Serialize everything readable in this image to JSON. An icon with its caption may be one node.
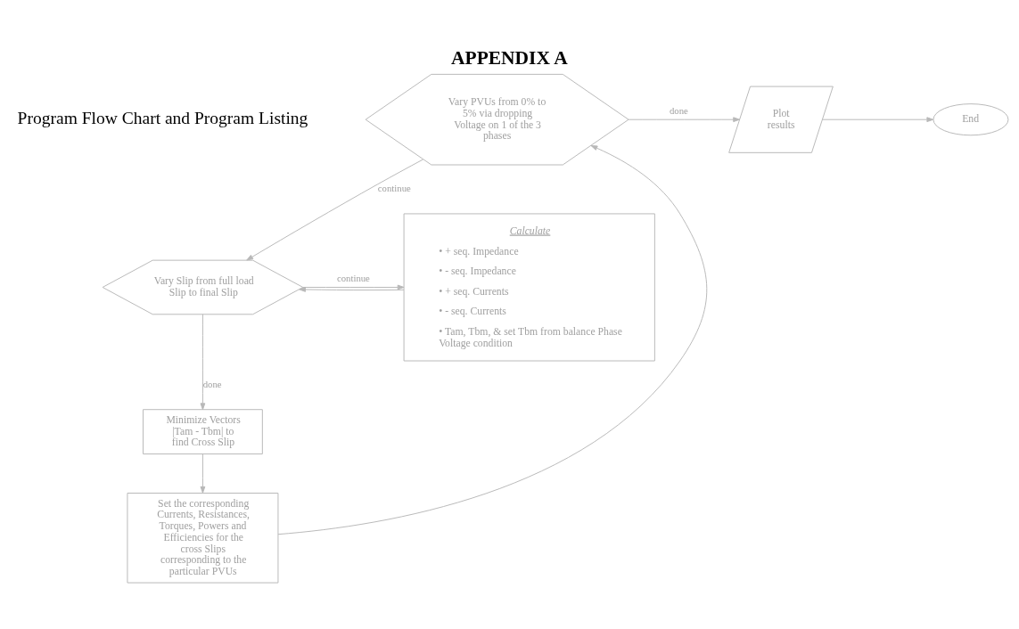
{
  "diagram": {
    "title": "APPENDIX A",
    "nodes": [
      {
        "text": [
          "Vary PVUs from 0% to 5% via dropping Voltage on 1 of the 3 phases"
        ]
      },
      {
        "text": [
          "Plot results"
        ]
      },
      {
        "text": [
          "End"
        ]
      },
      {
        "text": [
          "Vary Slip from full load Slip to final Slip"
        ]
      },
      {
        "text": [
          "Minimize Vectors |Tam - Tbm| to find Cross Slip"
        ]
      },
      {
        "text": [
          "Set the corresponding Currents, Resistances, Torques, Powers and Efficiencies for the cross Slips corresponding to the particular PVUs"
        ]
      },
      {
        "text": [
          "Calculate",
          "• + seq. Impedance",
          "• - seq. Impedance",
          "• + seq. Currents",
          "• - seq. Currents",
          "• Tam, Tbm, & set Tbm from balance Phase Voltage condition"
        ]
      }
    ],
    "edges": [
      {
        "from": 0,
        "to": 1,
        "arrow": "to",
        "label": "done"
      },
      {
        "from": 1,
        "to": 2,
        "arrow": "to"
      },
      {
        "from": 0,
        "to": 3,
        "arrow": "to",
        "label": "continue"
      },
      {
        "from": 3,
        "to": 4,
        "arrow": "to",
        "label": "done"
      },
      {
        "from": 3,
        "to": 6,
        "arrow": "to",
        "label": "continue"
      },
      {
        "from": 6,
        "to": 3,
        "arrow": "to"
      },
      {
        "from": 4,
        "to": 5,
        "arrow": "to"
      },
      {
        "from": 5,
        "to": 0,
        "arrow": "to"
      }
    ],
    "labels": [
      "Program Flow Chart and Program Listing"
    ]
  }
}
